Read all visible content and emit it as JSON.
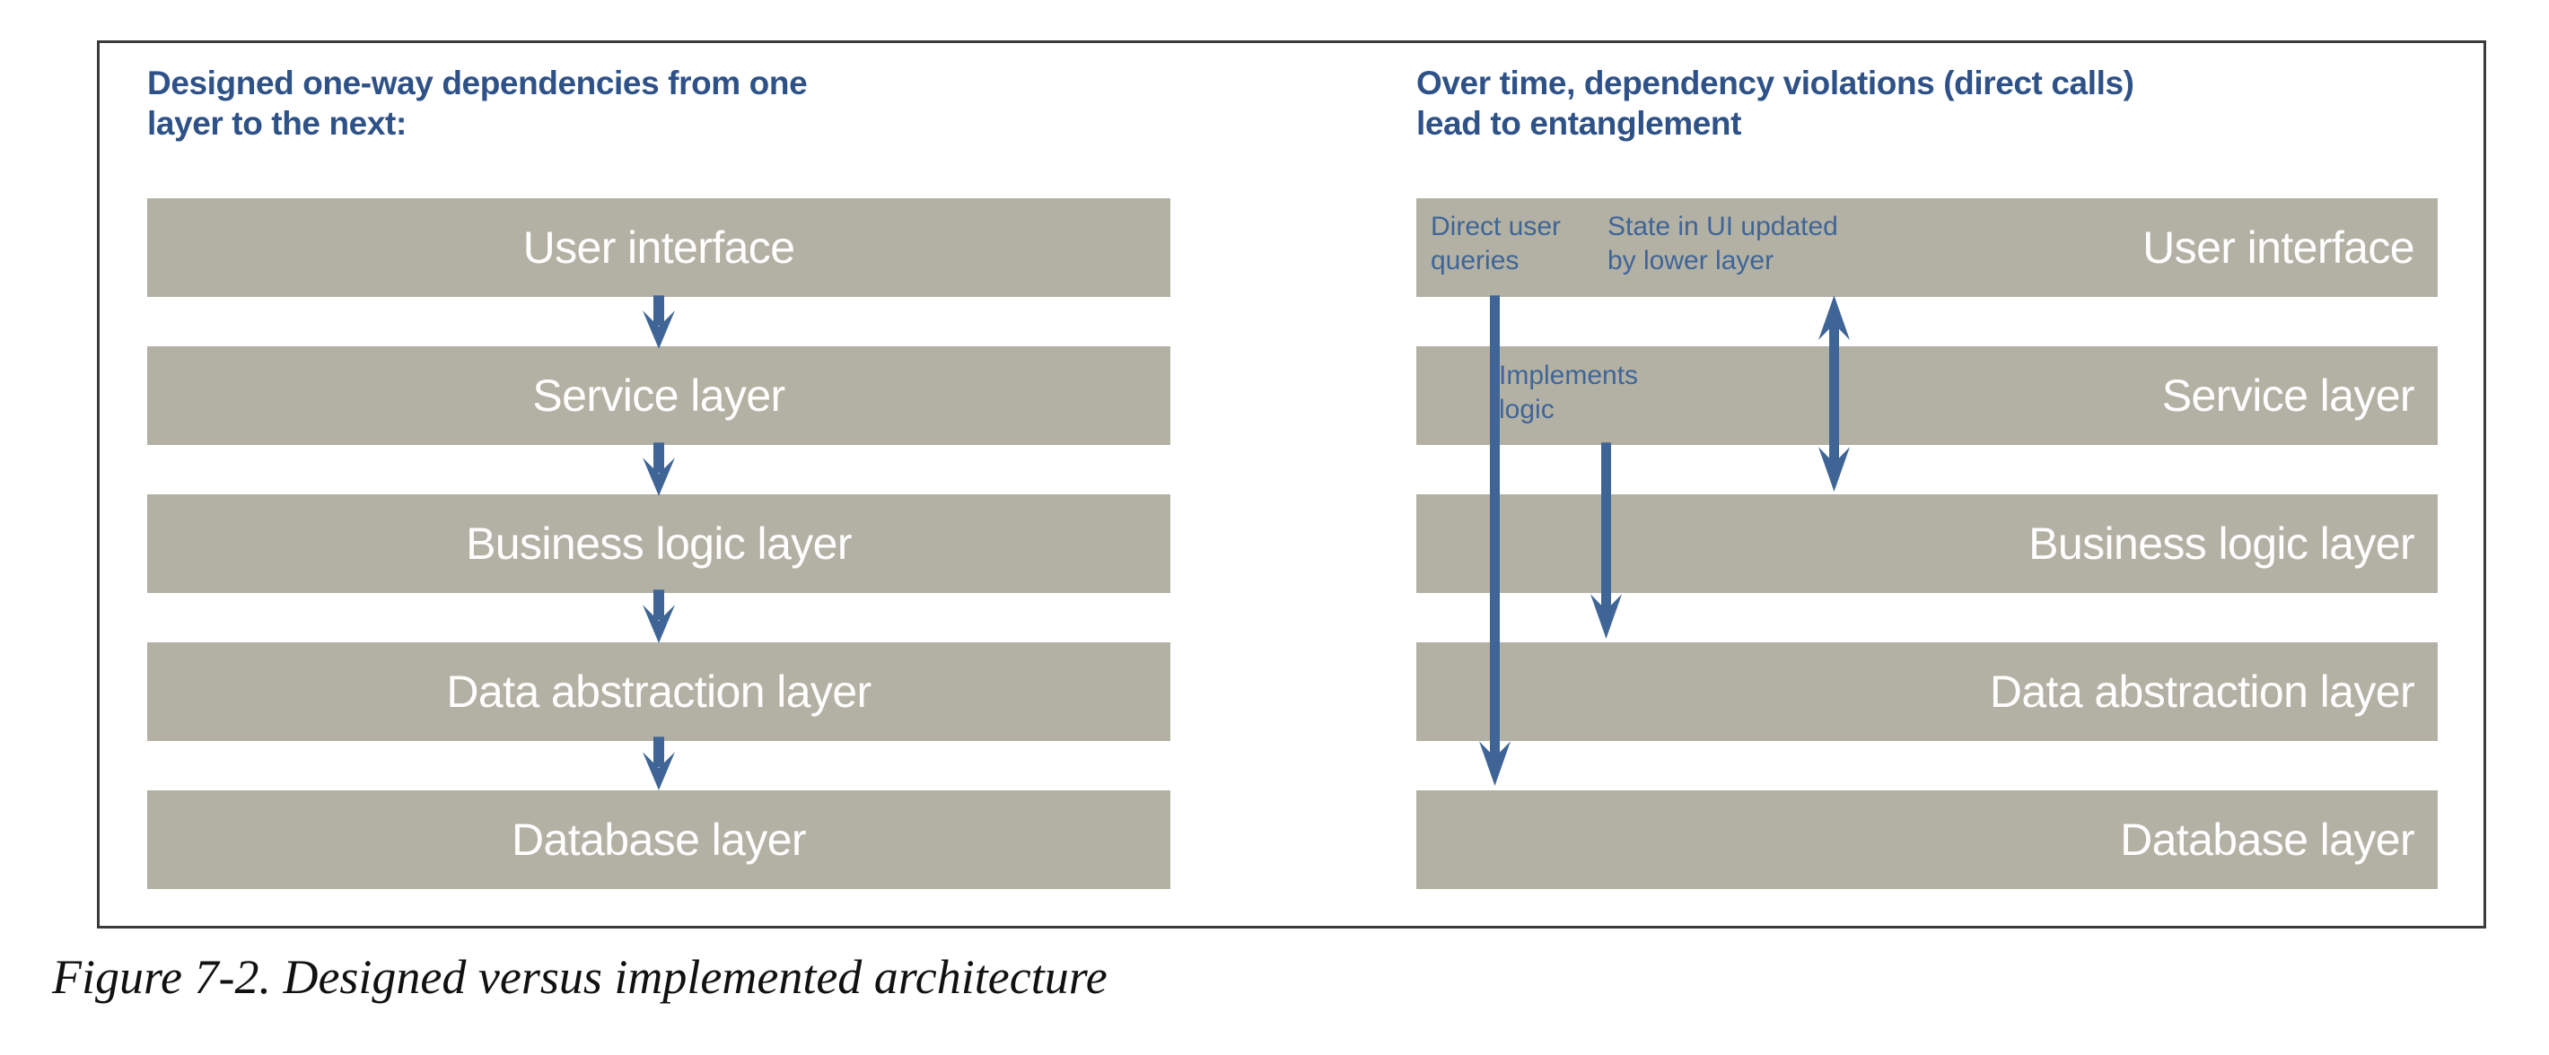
{
  "figure": {
    "caption": "Figure 7-2. Designed versus implemented architecture",
    "colors": {
      "bar_fill": "#b3b1a4",
      "bar_label_text": "#ffffff",
      "heading_blue": "#2e5288",
      "arrow_blue": "#3f6597",
      "note_blue": "#3f6597",
      "frame_border": "#3b3b3b",
      "background": "#ffffff"
    }
  },
  "left_panel": {
    "heading": {
      "line1": "Designed one-way dependencies from one",
      "line2": "layer to the next:"
    },
    "layers": [
      {
        "label": "User interface"
      },
      {
        "label": "Service layer"
      },
      {
        "label": "Business logic layer"
      },
      {
        "label": "Data abstraction layer"
      },
      {
        "label": "Database layer"
      }
    ],
    "arrows": [
      {
        "name": "ui-to-service",
        "from": "User interface",
        "to": "Service layer",
        "direction": "down"
      },
      {
        "name": "service-to-business",
        "from": "Service layer",
        "to": "Business logic layer",
        "direction": "down"
      },
      {
        "name": "business-to-data",
        "from": "Business logic layer",
        "to": "Data abstraction layer",
        "direction": "down"
      },
      {
        "name": "data-to-database",
        "from": "Data abstraction layer",
        "to": "Database layer",
        "direction": "down"
      }
    ]
  },
  "right_panel": {
    "heading": {
      "line1": "Over time, dependency violations (direct calls)",
      "line2": "lead to entanglement"
    },
    "layers": [
      {
        "label": "User interface"
      },
      {
        "label": "Service layer"
      },
      {
        "label": "Business logic layer"
      },
      {
        "label": "Data abstraction layer"
      },
      {
        "label": "Database layer"
      }
    ],
    "notes": [
      {
        "name": "direct-user-queries",
        "line1": "Direct user",
        "line2": "queries"
      },
      {
        "name": "state-in-ui-updated",
        "line1": "State in UI updated",
        "line2": "by lower layer"
      },
      {
        "name": "implements-logic",
        "line1": "Implements",
        "line2": "logic"
      }
    ],
    "arrows": [
      {
        "name": "direct-user-queries-arrow",
        "from": "User interface",
        "to": "Database layer",
        "direction": "down",
        "note": "Direct user queries"
      },
      {
        "name": "implements-logic-arrow",
        "from": "Service layer",
        "to": "Data abstraction layer",
        "direction": "down",
        "note": "Implements logic"
      },
      {
        "name": "state-in-ui-arrow",
        "from": "Business logic layer",
        "to": "User interface",
        "direction": "both",
        "note": "State in UI updated by lower layer"
      }
    ]
  }
}
